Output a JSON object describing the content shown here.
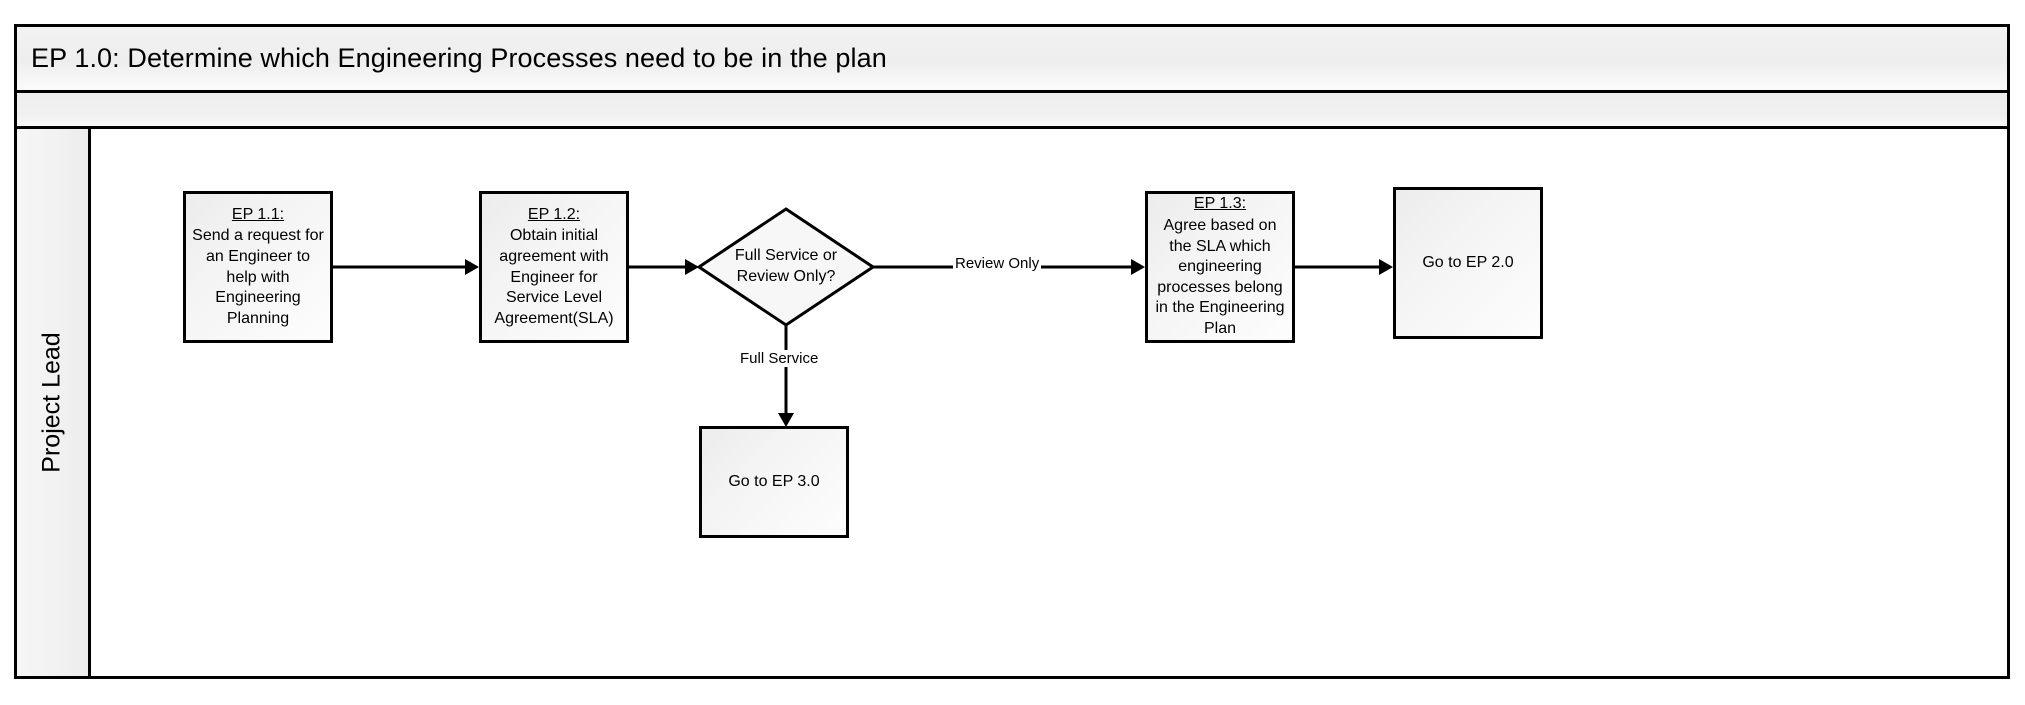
{
  "pool": {
    "title": "EP 1.0: Determine which Engineering Processes need to be in the plan",
    "lane_label": "Project Lead"
  },
  "colors": {
    "stroke": "#000000",
    "node_fill_light": "#fdfdfd",
    "node_fill_dark": "#ececec",
    "band_fill": "#f0f0f0",
    "canvas": "#ffffff"
  },
  "nodes": {
    "ep11": {
      "ref": "EP 1.1:",
      "text": "Send a request for an Engineer to help with Engineering Planning",
      "shape": "process"
    },
    "ep12": {
      "ref": "EP 1.2:",
      "text": "Obtain initial agreement with Engineer for Service Level Agreement(SLA)",
      "shape": "process"
    },
    "decision": {
      "text": "Full Service or\nReview Only?",
      "shape": "decision"
    },
    "ep13": {
      "ref": "EP 1.3:",
      "text": "Agree based on the SLA  which engineering processes belong in the Engineering Plan",
      "shape": "process"
    },
    "goto_ep20": {
      "text": "Go to EP 2.0",
      "shape": "process"
    },
    "goto_ep30": {
      "text": "Go to EP 3.0",
      "shape": "process"
    }
  },
  "edges": {
    "ep11_to_ep12": {
      "label": ""
    },
    "ep12_to_decision": {
      "label": ""
    },
    "decision_to_ep13": {
      "label": "Review Only"
    },
    "decision_to_ep30": {
      "label": "Full Service"
    },
    "ep13_to_goto20": {
      "label": ""
    }
  }
}
